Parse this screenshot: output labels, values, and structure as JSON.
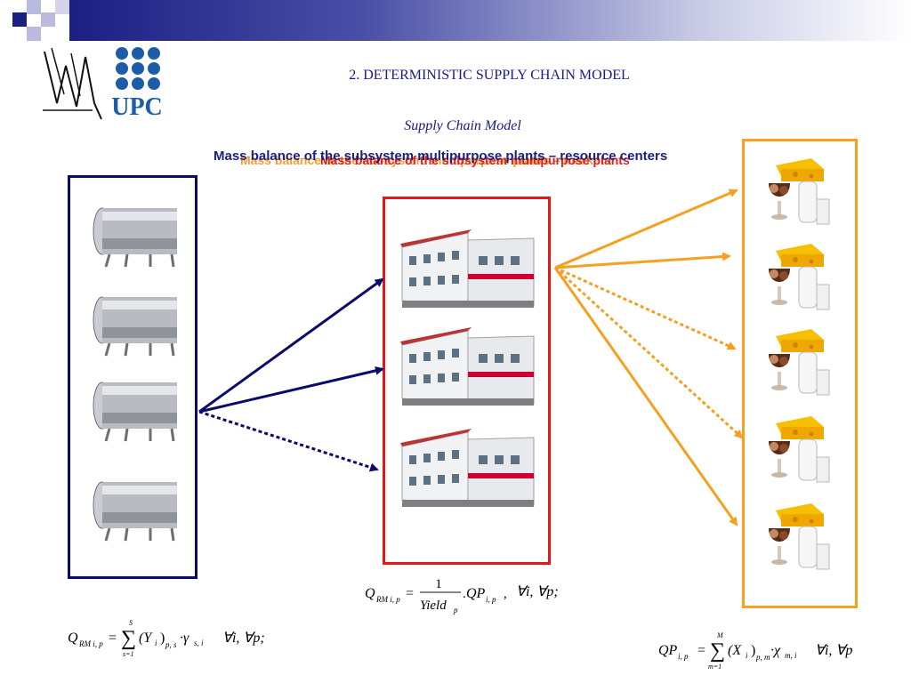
{
  "slide": {
    "title": "2. DETERMINISTIC SUPPLY CHAIN MODEL",
    "subtitle": "Supply Chain Model",
    "heading_markets": "Mass balance of the subsystem multipurpose plants – markets",
    "heading_plants": "Mass balance of the subsystem multipurpose plants",
    "heading_resource": "Mass balance of the subsystem multipurpose plants – resource centers"
  },
  "logo": {
    "text": "UPC"
  },
  "colors": {
    "resource_border": "#0a0a6e",
    "plants_border": "#e01818",
    "markets_border": "#f5a020",
    "blue_arrow": "#0a0a6e",
    "orange_arrow": "#f5a020",
    "title": "#1a1a8c"
  },
  "resource_centers": [
    "milk-tank-1",
    "milk-tank-2",
    "milk-tank-3",
    "milk-tank-4"
  ],
  "plants": [
    "dairy-plant-1",
    "dairy-plant-2",
    "dairy-plant-3"
  ],
  "markets": [
    "dairy-products-1",
    "dairy-products-2",
    "dairy-products-3",
    "dairy-products-4",
    "dairy-products-5"
  ],
  "formulas": {
    "plant": {
      "lhs": "Q",
      "lhs_sub": "RM i, p",
      "num": "1",
      "den": "Yield",
      "den_sub": "p",
      "rhs": "QP",
      "rhs_sub": "i, p",
      "forall": "∀i,  ∀p;"
    },
    "resource": {
      "lhs": "Q",
      "lhs_sub": "RM i, p",
      "sum_top": "S",
      "sum_bottom": "s=1",
      "term": "(Y",
      "term_sub": "i",
      "term_close": ")",
      "term_sub2": "p, s",
      "gamma": "·γ",
      "gamma_sub": "s, i",
      "forall": "∀i,  ∀p;"
    },
    "market": {
      "lhs": "QP",
      "lhs_sub": "i, p",
      "sum_top": "M",
      "sum_bottom": "m=1",
      "term": "(X",
      "term_sub": "i",
      "term_close": ")",
      "term_sub2": "p, m",
      "chi": "·χ",
      "chi_sub": "m, i",
      "forall": "∀i,  ∀p"
    }
  }
}
